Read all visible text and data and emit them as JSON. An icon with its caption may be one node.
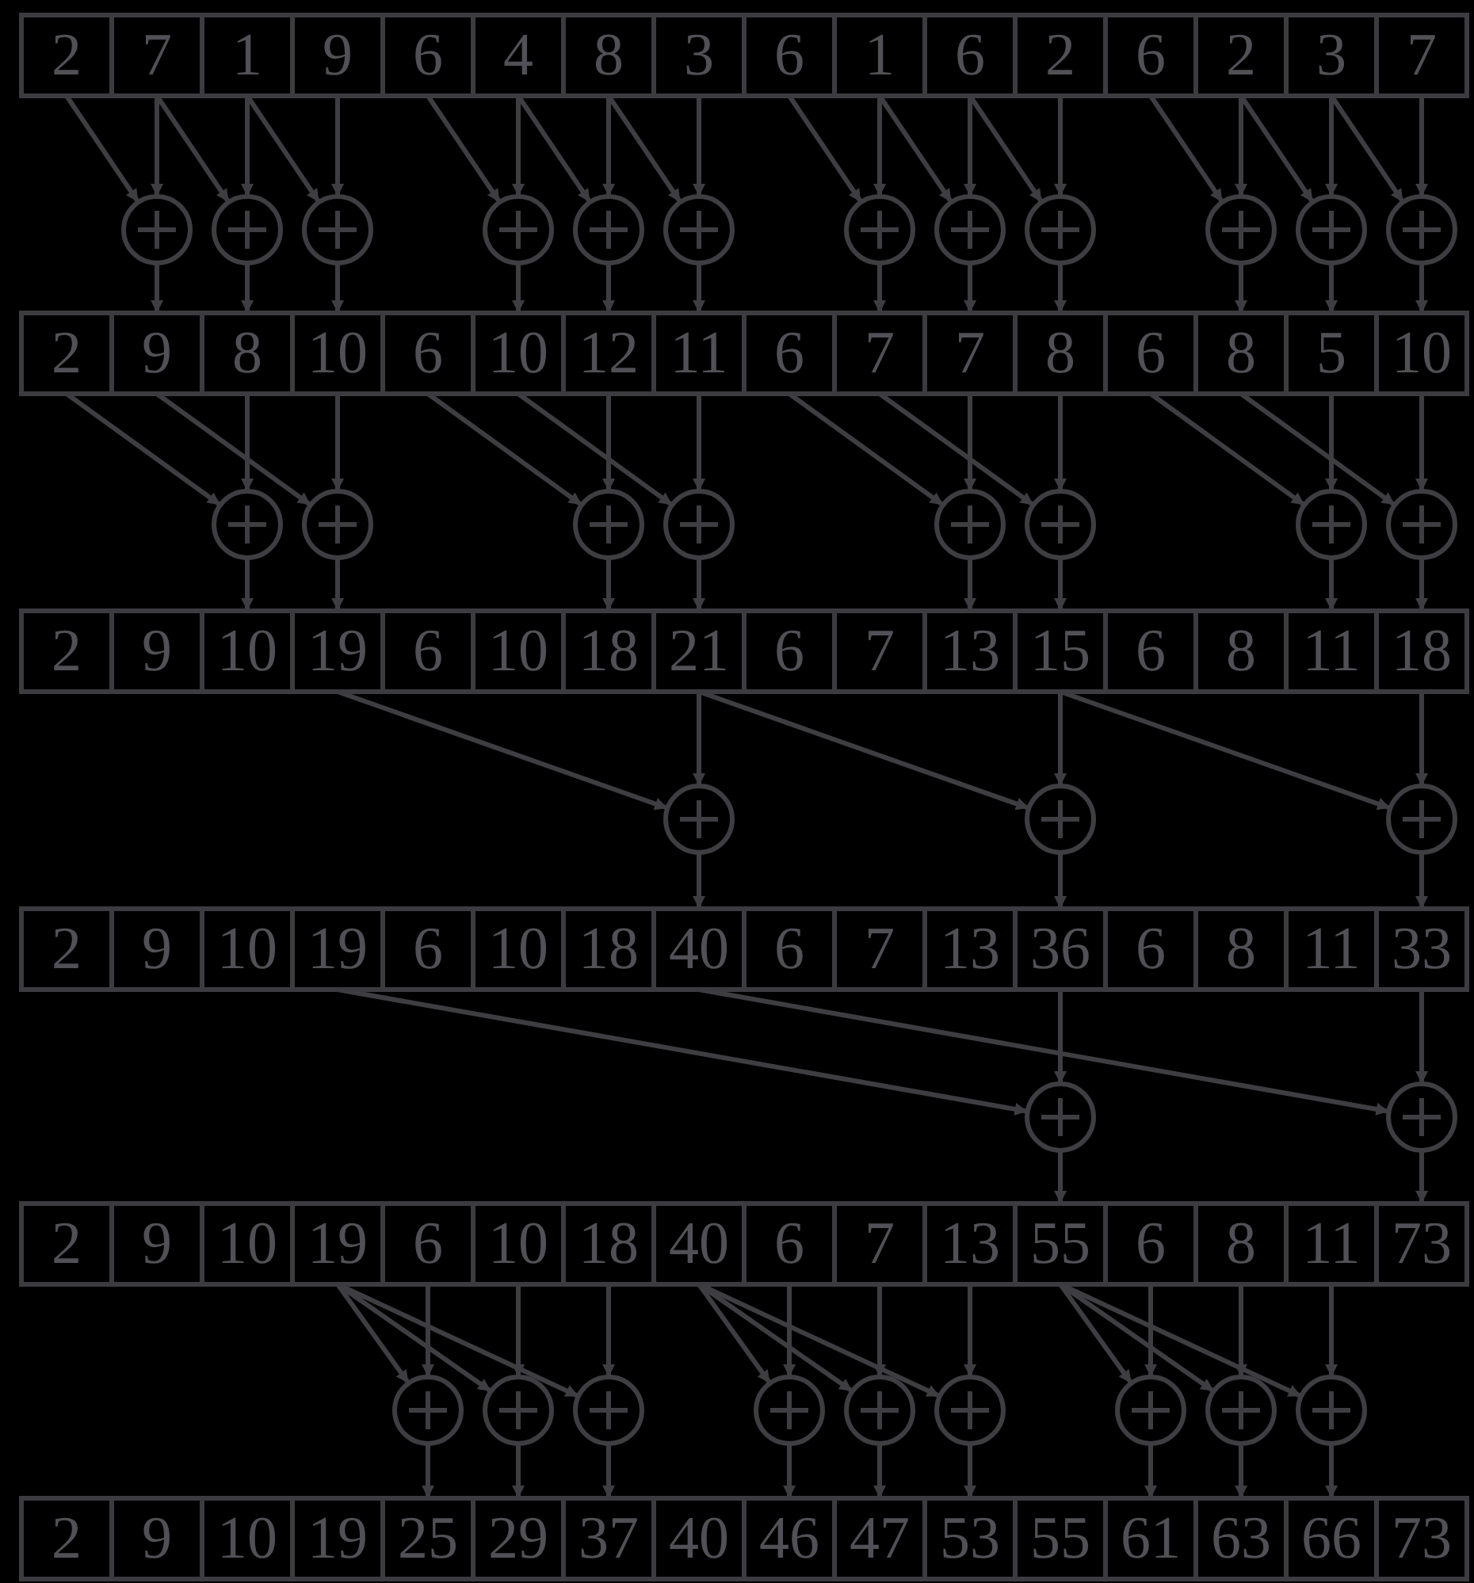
{
  "diagram": {
    "nodes": [
      {
        "text": [
          "2"
        ]
      },
      {
        "text": [
          "7"
        ]
      },
      {
        "text": [
          "1"
        ]
      },
      {
        "text": [
          "9"
        ]
      },
      {
        "text": [
          "6"
        ]
      },
      {
        "text": [
          "4"
        ]
      },
      {
        "text": [
          "8"
        ]
      },
      {
        "text": [
          "3"
        ]
      },
      {
        "text": [
          "6"
        ]
      },
      {
        "text": [
          "1"
        ]
      },
      {
        "text": [
          "6"
        ]
      },
      {
        "text": [
          "2"
        ]
      },
      {
        "text": [
          "6"
        ]
      },
      {
        "text": [
          "2"
        ]
      },
      {
        "text": [
          "3"
        ]
      },
      {
        "text": [
          "7"
        ]
      },
      {
        "text": [],
        "shape": "circle"
      },
      {
        "text": [],
        "shape": "circle"
      },
      {
        "text": [],
        "shape": "circle"
      },
      {
        "text": [],
        "shape": "circle"
      },
      {
        "text": [],
        "shape": "circle"
      },
      {
        "text": [],
        "shape": "circle"
      },
      {
        "text": [],
        "shape": "circle"
      },
      {
        "text": [],
        "shape": "circle"
      },
      {
        "text": [],
        "shape": "circle"
      },
      {
        "text": [],
        "shape": "circle"
      },
      {
        "text": [],
        "shape": "circle"
      },
      {
        "text": [],
        "shape": "circle"
      },
      {
        "text": [
          "2"
        ]
      },
      {
        "text": [
          "9"
        ]
      },
      {
        "text": [
          "8"
        ]
      },
      {
        "text": [
          "10"
        ]
      },
      {
        "text": [
          "6"
        ]
      },
      {
        "text": [
          "10"
        ]
      },
      {
        "text": [
          "12"
        ]
      },
      {
        "text": [
          "11"
        ]
      },
      {
        "text": [
          "6"
        ]
      },
      {
        "text": [
          "7"
        ]
      },
      {
        "text": [
          "7"
        ]
      },
      {
        "text": [
          "8"
        ]
      },
      {
        "text": [
          "6"
        ]
      },
      {
        "text": [
          "8"
        ]
      },
      {
        "text": [
          "5"
        ]
      },
      {
        "text": [
          "10"
        ]
      },
      {
        "text": [],
        "shape": "circle"
      },
      {
        "text": [],
        "shape": "circle"
      },
      {
        "text": [],
        "shape": "circle"
      },
      {
        "text": [],
        "shape": "circle"
      },
      {
        "text": [],
        "shape": "circle"
      },
      {
        "text": [],
        "shape": "circle"
      },
      {
        "text": [],
        "shape": "circle"
      },
      {
        "text": [],
        "shape": "circle"
      },
      {
        "text": [
          "2"
        ]
      },
      {
        "text": [
          "9"
        ]
      },
      {
        "text": [
          "10"
        ]
      },
      {
        "text": [
          "19"
        ]
      },
      {
        "text": [
          "6"
        ]
      },
      {
        "text": [
          "10"
        ]
      },
      {
        "text": [
          "18"
        ]
      },
      {
        "text": [
          "21"
        ]
      },
      {
        "text": [
          "6"
        ]
      },
      {
        "text": [
          "7"
        ]
      },
      {
        "text": [
          "13"
        ]
      },
      {
        "text": [
          "15"
        ]
      },
      {
        "text": [
          "6"
        ]
      },
      {
        "text": [
          "8"
        ]
      },
      {
        "text": [
          "11"
        ]
      },
      {
        "text": [
          "18"
        ]
      },
      {
        "text": [],
        "shape": "circle"
      },
      {
        "text": [],
        "shape": "circle"
      },
      {
        "text": [],
        "shape": "circle"
      },
      {
        "text": [
          "2"
        ]
      },
      {
        "text": [
          "9"
        ]
      },
      {
        "text": [
          "10"
        ]
      },
      {
        "text": [
          "19"
        ]
      },
      {
        "text": [
          "6"
        ]
      },
      {
        "text": [
          "10"
        ]
      },
      {
        "text": [
          "18"
        ]
      },
      {
        "text": [
          "40"
        ]
      },
      {
        "text": [
          "6"
        ]
      },
      {
        "text": [
          "7"
        ]
      },
      {
        "text": [
          "13"
        ]
      },
      {
        "text": [
          "36"
        ]
      },
      {
        "text": [
          "6"
        ]
      },
      {
        "text": [
          "8"
        ]
      },
      {
        "text": [
          "11"
        ]
      },
      {
        "text": [
          "33"
        ]
      },
      {
        "text": [],
        "shape": "circle"
      },
      {
        "text": [],
        "shape": "circle"
      },
      {
        "text": [
          "2"
        ]
      },
      {
        "text": [
          "9"
        ]
      },
      {
        "text": [
          "10"
        ]
      },
      {
        "text": [
          "19"
        ]
      },
      {
        "text": [
          "6"
        ]
      },
      {
        "text": [
          "10"
        ]
      },
      {
        "text": [
          "18"
        ]
      },
      {
        "text": [
          "40"
        ]
      },
      {
        "text": [
          "6"
        ]
      },
      {
        "text": [
          "7"
        ]
      },
      {
        "text": [
          "13"
        ]
      },
      {
        "text": [
          "55"
        ]
      },
      {
        "text": [
          "6"
        ]
      },
      {
        "text": [
          "8"
        ]
      },
      {
        "text": [
          "11"
        ]
      },
      {
        "text": [
          "73"
        ]
      },
      {
        "text": [],
        "shape": "circle"
      },
      {
        "text": [],
        "shape": "circle"
      },
      {
        "text": [],
        "shape": "circle"
      },
      {
        "text": [],
        "shape": "circle"
      },
      {
        "text": [],
        "shape": "circle"
      },
      {
        "text": [],
        "shape": "circle"
      },
      {
        "text": [],
        "shape": "circle"
      },
      {
        "text": [],
        "shape": "circle"
      },
      {
        "text": [],
        "shape": "circle"
      },
      {
        "text": [
          "2"
        ]
      },
      {
        "text": [
          "9"
        ]
      },
      {
        "text": [
          "10"
        ]
      },
      {
        "text": [
          "19"
        ]
      },
      {
        "text": [
          "25"
        ]
      },
      {
        "text": [
          "29"
        ]
      },
      {
        "text": [
          "37"
        ]
      },
      {
        "text": [
          "40"
        ]
      },
      {
        "text": [
          "46"
        ]
      },
      {
        "text": [
          "47"
        ]
      },
      {
        "text": [
          "53"
        ]
      },
      {
        "text": [
          "55"
        ]
      },
      {
        "text": [
          "61"
        ]
      },
      {
        "text": [
          "63"
        ]
      },
      {
        "text": [
          "66"
        ]
      },
      {
        "text": [
          "73"
        ]
      }
    ],
    "edges": [
      {
        "from": 0,
        "to": 16,
        "arrow": "to"
      },
      {
        "from": 1,
        "to": 16,
        "arrow": "to"
      },
      {
        "from": 16,
        "to": 29,
        "arrow": "to"
      },
      {
        "from": 1,
        "to": 17,
        "arrow": "to"
      },
      {
        "from": 2,
        "to": 17,
        "arrow": "to"
      },
      {
        "from": 17,
        "to": 30,
        "arrow": "to"
      },
      {
        "from": 2,
        "to": 18,
        "arrow": "to"
      },
      {
        "from": 3,
        "to": 18,
        "arrow": "to"
      },
      {
        "from": 18,
        "to": 31,
        "arrow": "to"
      },
      {
        "from": 4,
        "to": 19,
        "arrow": "to"
      },
      {
        "from": 5,
        "to": 19,
        "arrow": "to"
      },
      {
        "from": 19,
        "to": 33,
        "arrow": "to"
      },
      {
        "from": 5,
        "to": 20,
        "arrow": "to"
      },
      {
        "from": 6,
        "to": 20,
        "arrow": "to"
      },
      {
        "from": 20,
        "to": 34,
        "arrow": "to"
      },
      {
        "from": 6,
        "to": 21,
        "arrow": "to"
      },
      {
        "from": 7,
        "to": 21,
        "arrow": "to"
      },
      {
        "from": 21,
        "to": 35,
        "arrow": "to"
      },
      {
        "from": 8,
        "to": 22,
        "arrow": "to"
      },
      {
        "from": 9,
        "to": 22,
        "arrow": "to"
      },
      {
        "from": 22,
        "to": 37,
        "arrow": "to"
      },
      {
        "from": 9,
        "to": 23,
        "arrow": "to"
      },
      {
        "from": 10,
        "to": 23,
        "arrow": "to"
      },
      {
        "from": 23,
        "to": 38,
        "arrow": "to"
      },
      {
        "from": 10,
        "to": 24,
        "arrow": "to"
      },
      {
        "from": 11,
        "to": 24,
        "arrow": "to"
      },
      {
        "from": 24,
        "to": 39,
        "arrow": "to"
      },
      {
        "from": 12,
        "to": 25,
        "arrow": "to"
      },
      {
        "from": 13,
        "to": 25,
        "arrow": "to"
      },
      {
        "from": 25,
        "to": 41,
        "arrow": "to"
      },
      {
        "from": 13,
        "to": 26,
        "arrow": "to"
      },
      {
        "from": 14,
        "to": 26,
        "arrow": "to"
      },
      {
        "from": 26,
        "to": 42,
        "arrow": "to"
      },
      {
        "from": 14,
        "to": 27,
        "arrow": "to"
      },
      {
        "from": 15,
        "to": 27,
        "arrow": "to"
      },
      {
        "from": 27,
        "to": 43,
        "arrow": "to"
      },
      {
        "from": 28,
        "to": 44,
        "arrow": "to"
      },
      {
        "from": 30,
        "to": 44,
        "arrow": "to"
      },
      {
        "from": 44,
        "to": 54,
        "arrow": "to"
      },
      {
        "from": 29,
        "to": 45,
        "arrow": "to"
      },
      {
        "from": 31,
        "to": 45,
        "arrow": "to"
      },
      {
        "from": 45,
        "to": 55,
        "arrow": "to"
      },
      {
        "from": 32,
        "to": 46,
        "arrow": "to"
      },
      {
        "from": 34,
        "to": 46,
        "arrow": "to"
      },
      {
        "from": 46,
        "to": 58,
        "arrow": "to"
      },
      {
        "from": 33,
        "to": 47,
        "arrow": "to"
      },
      {
        "from": 35,
        "to": 47,
        "arrow": "to"
      },
      {
        "from": 47,
        "to": 59,
        "arrow": "to"
      },
      {
        "from": 36,
        "to": 48,
        "arrow": "to"
      },
      {
        "from": 38,
        "to": 48,
        "arrow": "to"
      },
      {
        "from": 48,
        "to": 62,
        "arrow": "to"
      },
      {
        "from": 37,
        "to": 49,
        "arrow": "to"
      },
      {
        "from": 39,
        "to": 49,
        "arrow": "to"
      },
      {
        "from": 49,
        "to": 63,
        "arrow": "to"
      },
      {
        "from": 40,
        "to": 50,
        "arrow": "to"
      },
      {
        "from": 42,
        "to": 50,
        "arrow": "to"
      },
      {
        "from": 50,
        "to": 66,
        "arrow": "to"
      },
      {
        "from": 41,
        "to": 51,
        "arrow": "to"
      },
      {
        "from": 43,
        "to": 51,
        "arrow": "to"
      },
      {
        "from": 51,
        "to": 67,
        "arrow": "to"
      },
      {
        "from": 55,
        "to": 68,
        "arrow": "to"
      },
      {
        "from": 59,
        "to": 68,
        "arrow": "to"
      },
      {
        "from": 68,
        "to": 78,
        "arrow": "to"
      },
      {
        "from": 59,
        "to": 69,
        "arrow": "to"
      },
      {
        "from": 63,
        "to": 69,
        "arrow": "to"
      },
      {
        "from": 69,
        "to": 82,
        "arrow": "to"
      },
      {
        "from": 63,
        "to": 70,
        "arrow": "to"
      },
      {
        "from": 67,
        "to": 70,
        "arrow": "to"
      },
      {
        "from": 70,
        "to": 86,
        "arrow": "to"
      },
      {
        "from": 74,
        "to": 87,
        "arrow": "to"
      },
      {
        "from": 82,
        "to": 87,
        "arrow": "to"
      },
      {
        "from": 87,
        "to": 100,
        "arrow": "to"
      },
      {
        "from": 78,
        "to": 88,
        "arrow": "to"
      },
      {
        "from": 86,
        "to": 88,
        "arrow": "to"
      },
      {
        "from": 88,
        "to": 104,
        "arrow": "to"
      },
      {
        "from": 92,
        "to": 105,
        "arrow": "to"
      },
      {
        "from": 93,
        "to": 105,
        "arrow": "to"
      },
      {
        "from": 105,
        "to": 118,
        "arrow": "to"
      },
      {
        "from": 92,
        "to": 106,
        "arrow": "to"
      },
      {
        "from": 94,
        "to": 106,
        "arrow": "to"
      },
      {
        "from": 106,
        "to": 119,
        "arrow": "to"
      },
      {
        "from": 92,
        "to": 107,
        "arrow": "to"
      },
      {
        "from": 95,
        "to": 107,
        "arrow": "to"
      },
      {
        "from": 107,
        "to": 120,
        "arrow": "to"
      },
      {
        "from": 96,
        "to": 108,
        "arrow": "to"
      },
      {
        "from": 97,
        "to": 108,
        "arrow": "to"
      },
      {
        "from": 108,
        "to": 122,
        "arrow": "to"
      },
      {
        "from": 96,
        "to": 109,
        "arrow": "to"
      },
      {
        "from": 98,
        "to": 109,
        "arrow": "to"
      },
      {
        "from": 109,
        "to": 123,
        "arrow": "to"
      },
      {
        "from": 96,
        "to": 110,
        "arrow": "to"
      },
      {
        "from": 99,
        "to": 110,
        "arrow": "to"
      },
      {
        "from": 110,
        "to": 124,
        "arrow": "to"
      },
      {
        "from": 100,
        "to": 111,
        "arrow": "to"
      },
      {
        "from": 101,
        "to": 111,
        "arrow": "to"
      },
      {
        "from": 111,
        "to": 126,
        "arrow": "to"
      },
      {
        "from": 100,
        "to": 112,
        "arrow": "to"
      },
      {
        "from": 102,
        "to": 112,
        "arrow": "to"
      },
      {
        "from": 112,
        "to": 127,
        "arrow": "to"
      },
      {
        "from": 100,
        "to": 113,
        "arrow": "to"
      },
      {
        "from": 103,
        "to": 113,
        "arrow": "to"
      },
      {
        "from": 113,
        "to": 128,
        "arrow": "to"
      }
    ]
  }
}
